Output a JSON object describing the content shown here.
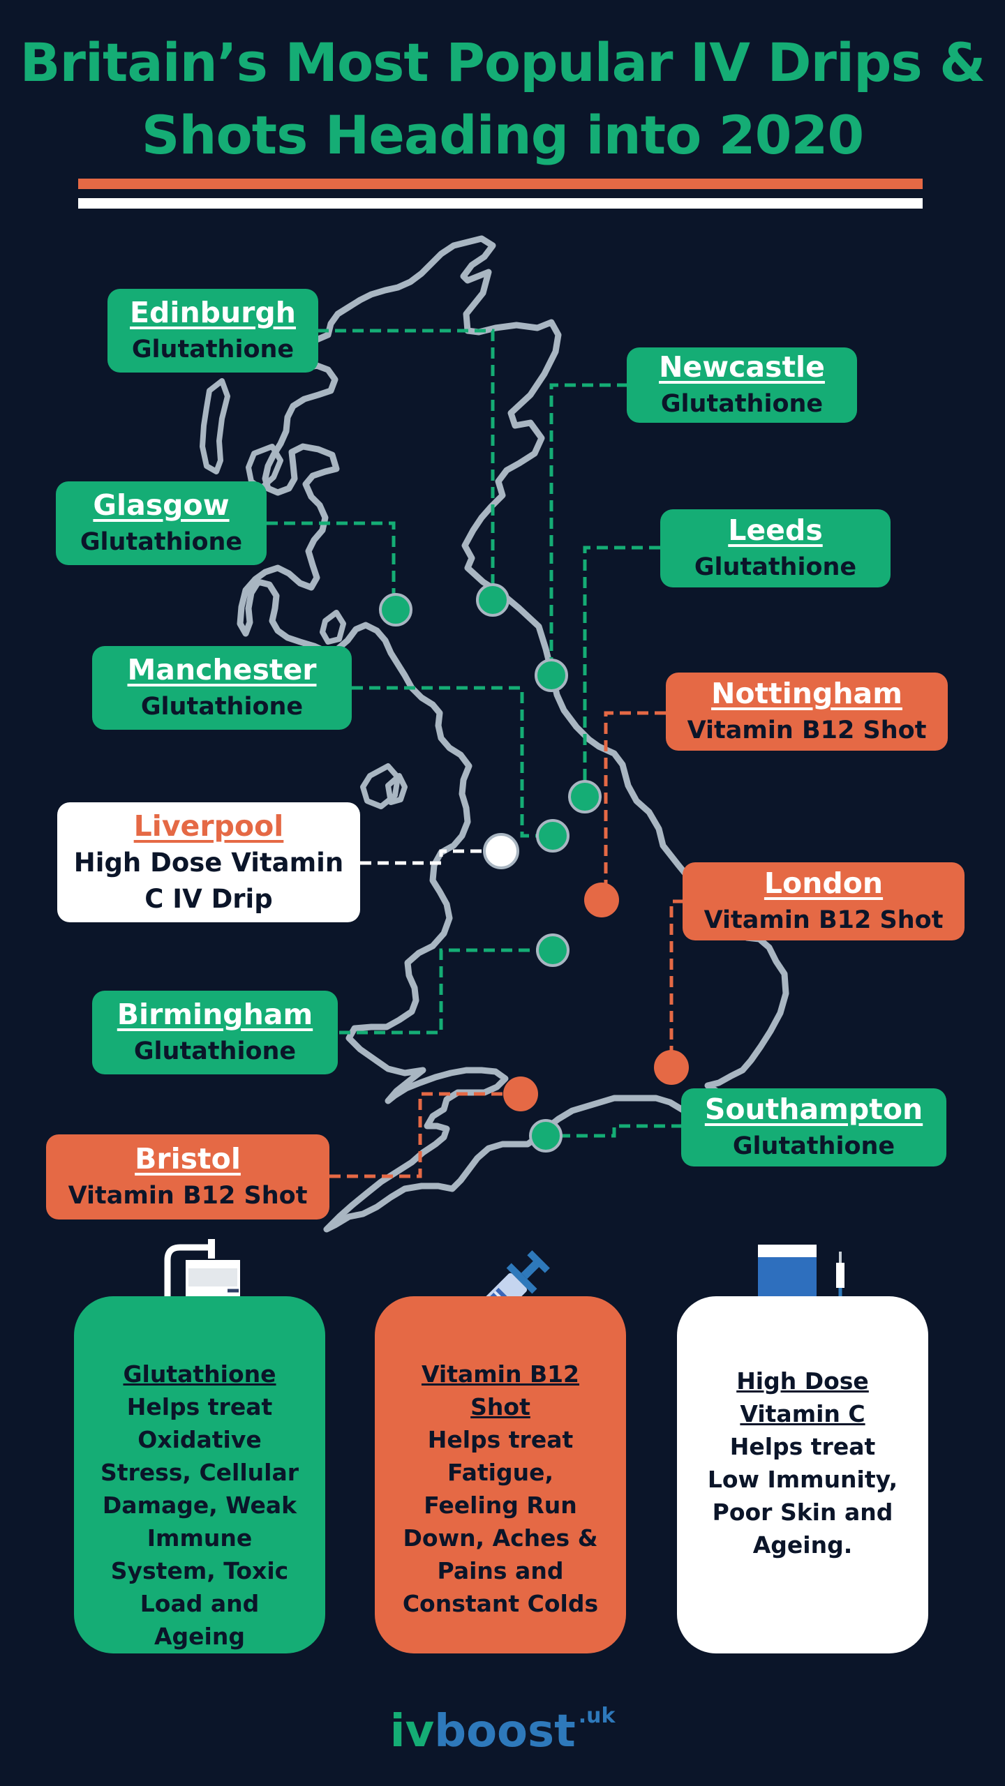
{
  "title": {
    "line1": "Britain’s Most Popular IV Drips &",
    "line2": "Shots Heading into 2020"
  },
  "colors": {
    "background": "#0b1529",
    "green": "#15ad75",
    "orange": "#e56945",
    "white": "#ffffff",
    "brand_blue": "#2e79bb"
  },
  "locations": [
    {
      "city": "Edinburgh",
      "treatment": "Glutathione",
      "category": "green"
    },
    {
      "city": "Newcastle",
      "treatment": "Glutathione",
      "category": "green"
    },
    {
      "city": "Glasgow",
      "treatment": "Glutathione",
      "category": "green"
    },
    {
      "city": "Leeds",
      "treatment": "Glutathione",
      "category": "green"
    },
    {
      "city": "Manchester",
      "treatment": "Glutathione",
      "category": "green"
    },
    {
      "city": "Nottingham",
      "treatment": "Vitamin B12 Shot",
      "category": "orange"
    },
    {
      "city": "Liverpool",
      "treatment_line1": "High Dose Vitamin",
      "treatment_line2": "C IV Drip",
      "category": "white"
    },
    {
      "city": "London",
      "treatment": "Vitamin B12 Shot",
      "category": "orange"
    },
    {
      "city": "Birmingham",
      "treatment": "Glutathione",
      "category": "green"
    },
    {
      "city": "Southampton",
      "treatment": "Glutathione",
      "category": "green"
    },
    {
      "city": "Bristol",
      "treatment": "Vitamin B12 Shot",
      "category": "orange"
    }
  ],
  "cards": {
    "glutathione": {
      "icon": "iv-bag-icon",
      "title": "Glutathione",
      "body": [
        "Helps treat",
        "Oxidative",
        "Stress, Cellular",
        "Damage, Weak",
        "Immune",
        "System, Toxic",
        "Load  and",
        "Ageing"
      ]
    },
    "b12": {
      "icon": "syringe-icon",
      "title_lines": [
        "Vitamin B12",
        "Shot"
      ],
      "body": [
        "Helps treat",
        "Fatigue,",
        "Feeling Run",
        "Down, Aches &",
        "Pains and",
        "Constant Colds"
      ]
    },
    "vitamin_c": {
      "icon": "iv-drip-bag-icon",
      "title_lines": [
        "High Dose",
        "Vitamin C"
      ],
      "body": [
        "Helps treat",
        "Low Immunity,",
        "Poor Skin and",
        "Ageing."
      ]
    }
  },
  "brand": {
    "iv": "iv",
    "boost": "boost",
    "tld": ".uk"
  }
}
